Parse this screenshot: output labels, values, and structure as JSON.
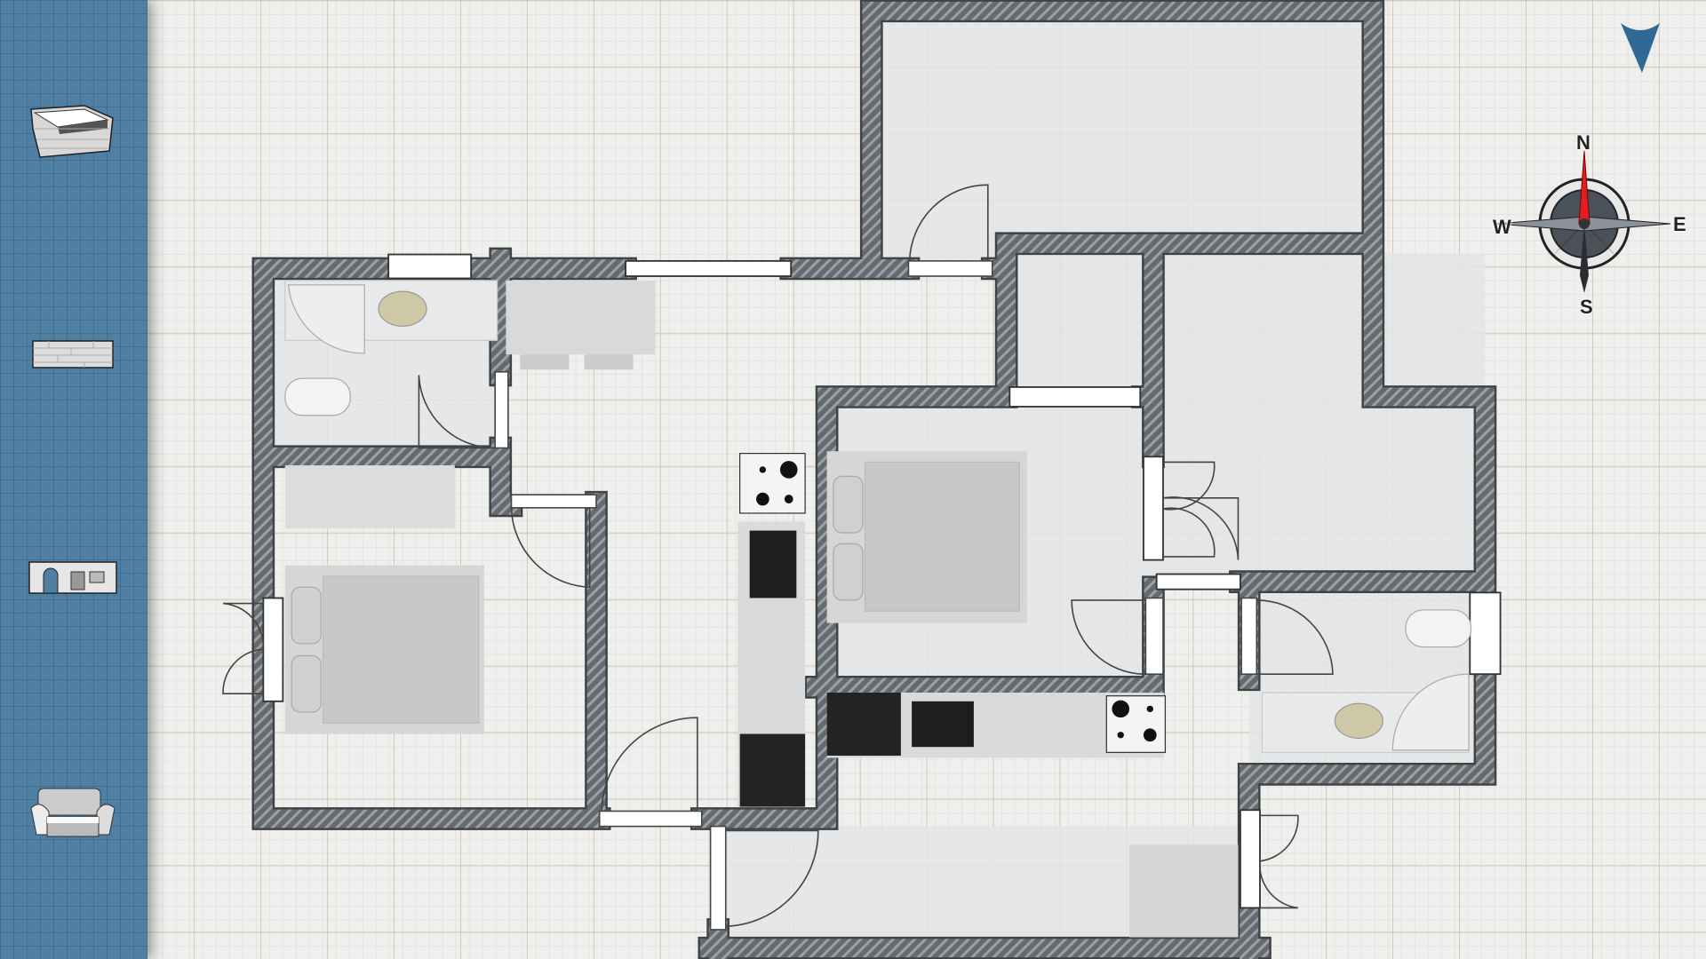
{
  "sidebar": {
    "tools": [
      {
        "name": "room-tool",
        "icon": "room-box-icon"
      },
      {
        "name": "wall-tool",
        "icon": "brick-wall-icon"
      },
      {
        "name": "openings-tool",
        "icon": "door-window-icon"
      },
      {
        "name": "furniture-tool",
        "icon": "armchair-icon"
      }
    ]
  },
  "compass": {
    "north": "N",
    "south": "S",
    "west": "W",
    "east": "E"
  },
  "colors": {
    "sidebar": "#4f7fa3",
    "accent": "#2f6a94",
    "needle": "#e02020",
    "wall": "#5f6468"
  }
}
